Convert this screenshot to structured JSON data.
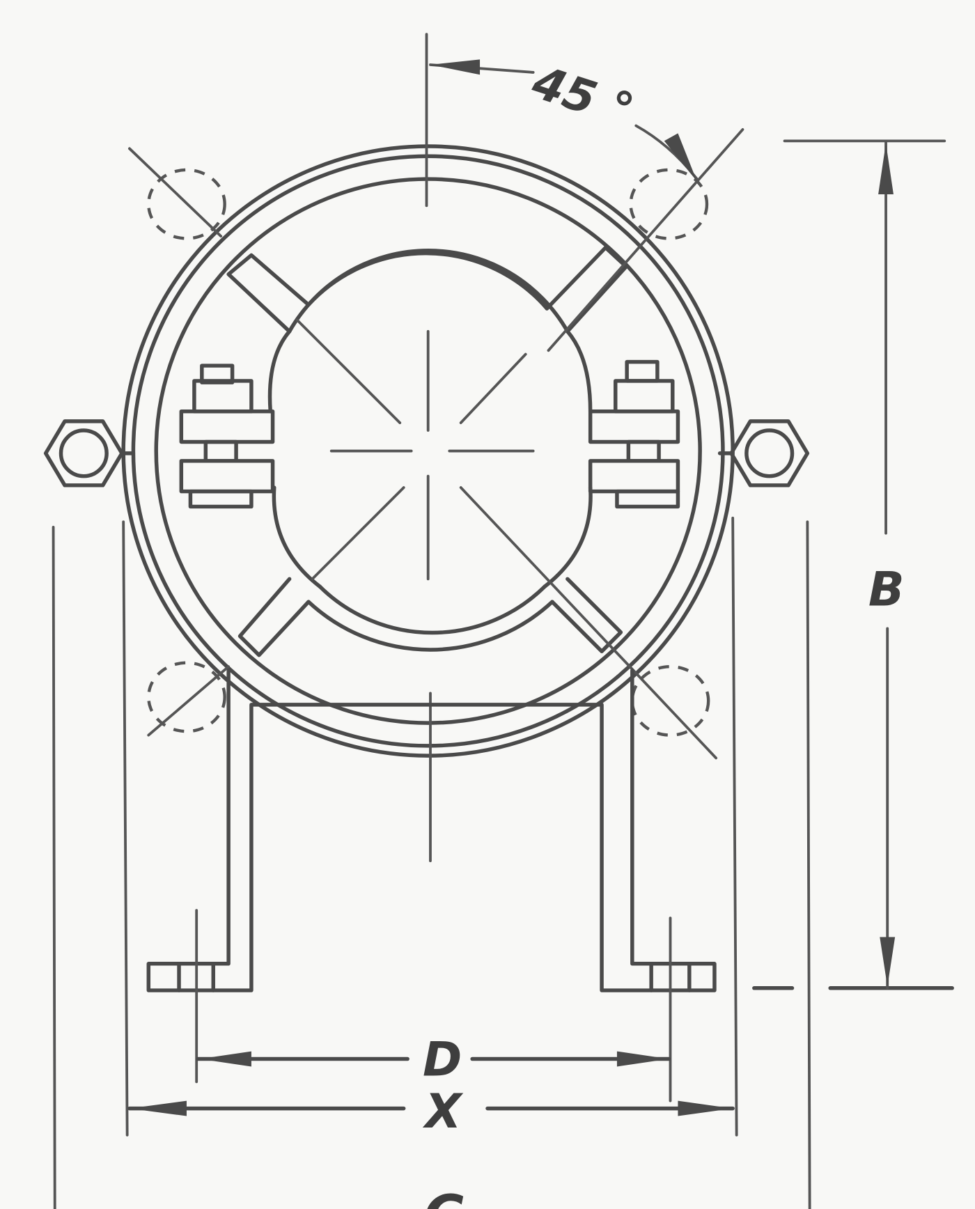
{
  "labels": {
    "angle": "45 °",
    "b": "B",
    "d": "D",
    "x": "X",
    "c": "C"
  }
}
